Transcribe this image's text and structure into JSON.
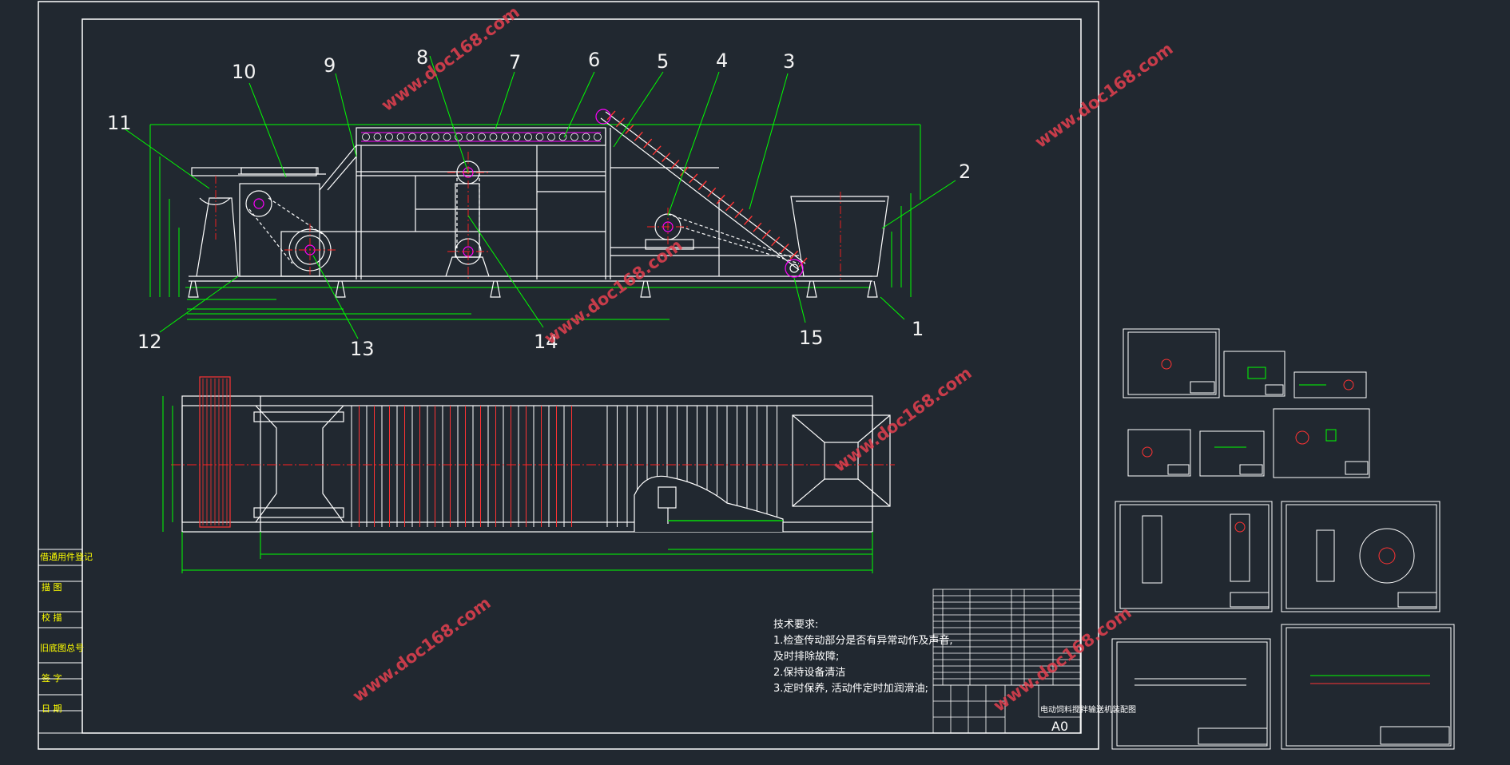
{
  "drawing": {
    "part_labels": [
      "1",
      "2",
      "3",
      "4",
      "5",
      "6",
      "7",
      "8",
      "9",
      "10",
      "11",
      "12",
      "13",
      "14",
      "15"
    ],
    "watermark": "www.doc168.com",
    "notes": {
      "heading": "技术要求:",
      "items": [
        "1.检查传动部分是否有异常动作及声音,",
        "及时排除故障;",
        "2.保持设备清洁",
        "3.定时保养, 活动件定时加润滑油;"
      ]
    },
    "side_block": [
      "借通用件登记",
      "描 图",
      "校 描",
      "旧底图总号",
      "签 字",
      "日 期"
    ],
    "title_block": {
      "drawing_name": "电动饲料搅拌输送机装配图",
      "sheet_size": "A0"
    }
  },
  "colors": {
    "background": "#212830",
    "frame": "#ffffff",
    "dimension": "#00ff00",
    "centerline": "#ff2020",
    "watermark": "#e5404f",
    "accent": "#ff00ff"
  }
}
